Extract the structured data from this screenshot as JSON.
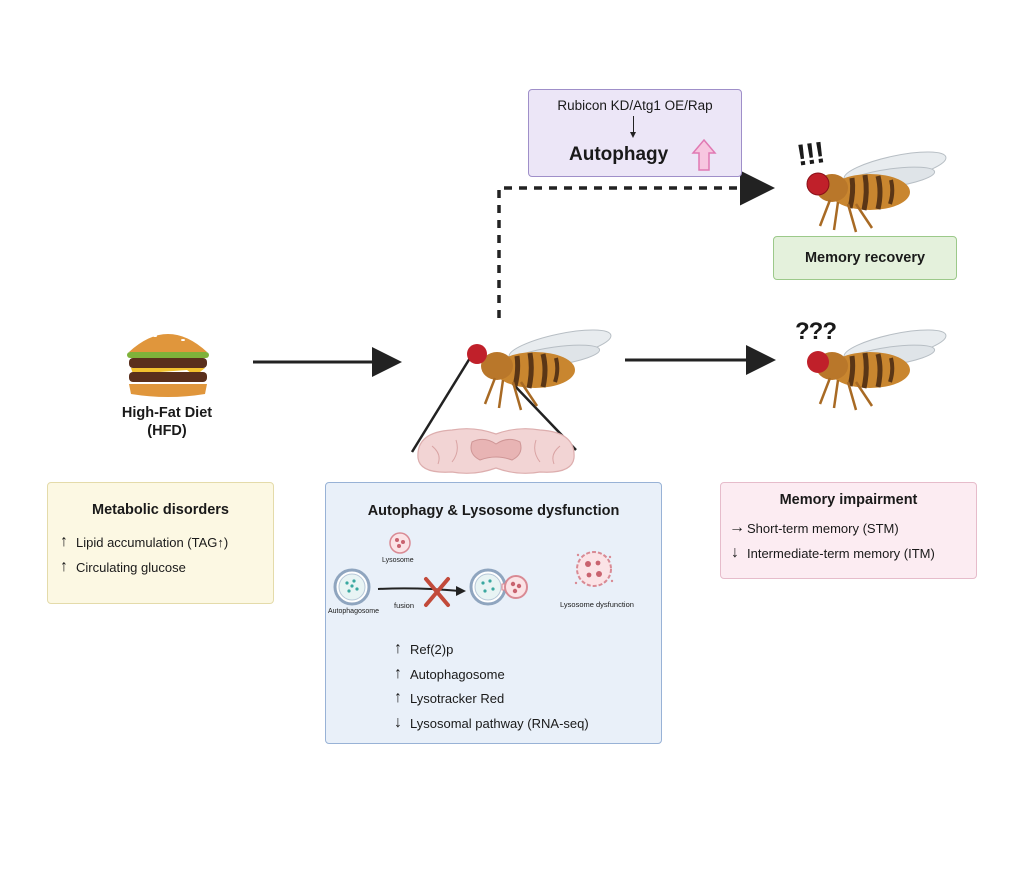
{
  "top_box": {
    "intervention": "Rubicon KD/Atg1 OE/Rap",
    "result": "Autophagy",
    "result_icon": "up-arrow-icon"
  },
  "diet": {
    "title_line1": "High-Fat Diet",
    "title_line2": "(HFD)",
    "icon": "burger-icon"
  },
  "metabolic": {
    "title": "Metabolic disorders",
    "items": [
      {
        "dir": "↑",
        "text": "Lipid accumulation (TAG",
        "suffix": "↑",
        "close": ")"
      },
      {
        "dir": "↑",
        "text": "Circulating glucose"
      }
    ]
  },
  "autophagy_box": {
    "title": "Autophagy & Lysosome dysfunction",
    "labels": {
      "lysosome": "Lysosome",
      "fusion": "fusion",
      "autophagosome": "Autophagosome",
      "lysosome_dysfunction": "Lysosome dysfunction"
    },
    "items": [
      {
        "dir": "↑",
        "text": "Ref(2)p"
      },
      {
        "dir": "↑",
        "text": "Autophagosome"
      },
      {
        "dir": "↑",
        "text": "Lysotracker Red"
      },
      {
        "dir": "↓",
        "text": "Lysosomal pathway (RNA-seq)"
      }
    ]
  },
  "memory_recovery": {
    "label": "Memory recovery",
    "symbol": "!!!"
  },
  "memory_impairment": {
    "title": "Memory impairment",
    "symbol": "???",
    "items": [
      {
        "dir": "→",
        "text": "Short-term memory (STM)"
      },
      {
        "dir": "↓",
        "text": "Intermediate-term memory (ITM)"
      }
    ]
  },
  "colors": {
    "top_box_bg": "#ece6f7",
    "top_box_border": "#9f8fc9",
    "recovery_bg": "#e4f1dc",
    "recovery_border": "#9cc98a",
    "metabolic_bg": "#fcf8e3",
    "metabolic_border": "#e4dbaa",
    "autophagy_bg": "#e9f0f9",
    "autophagy_border": "#98b2d6",
    "impairment_bg": "#fcecf2",
    "impairment_border": "#e6bccb",
    "up_arrow_fill": "#f7c6e0",
    "up_arrow_stroke": "#e079b3",
    "fly_body": "#c9862f",
    "fly_stripe": "#5a3616",
    "fly_eye": "#c0202a"
  }
}
